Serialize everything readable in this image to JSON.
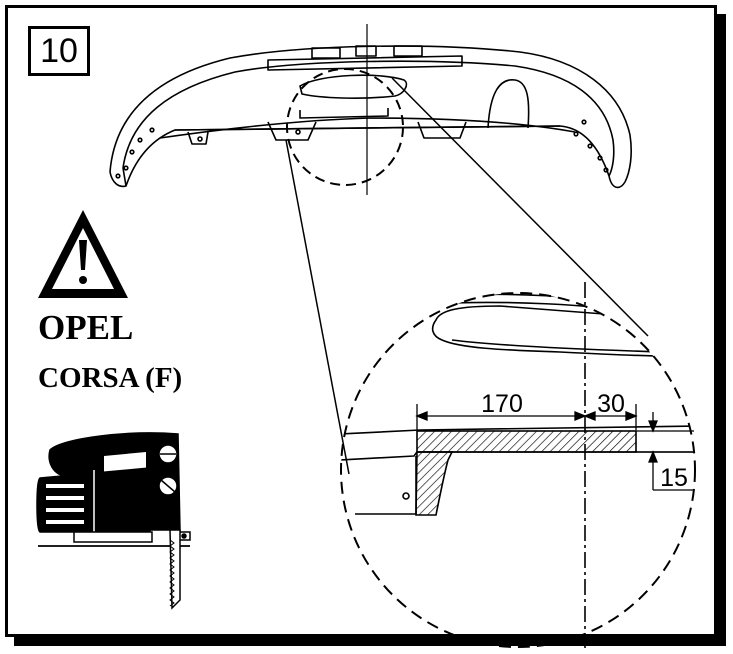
{
  "step": {
    "number": "10"
  },
  "vehicle": {
    "make": "OPEL",
    "model": "CORSA (F)"
  },
  "warning": {
    "icon": "warning-triangle-icon"
  },
  "tool": {
    "icon": "jigsaw-icon"
  },
  "dimensions": {
    "cut_left": "170",
    "cut_right": "30",
    "cut_depth": "15"
  }
}
